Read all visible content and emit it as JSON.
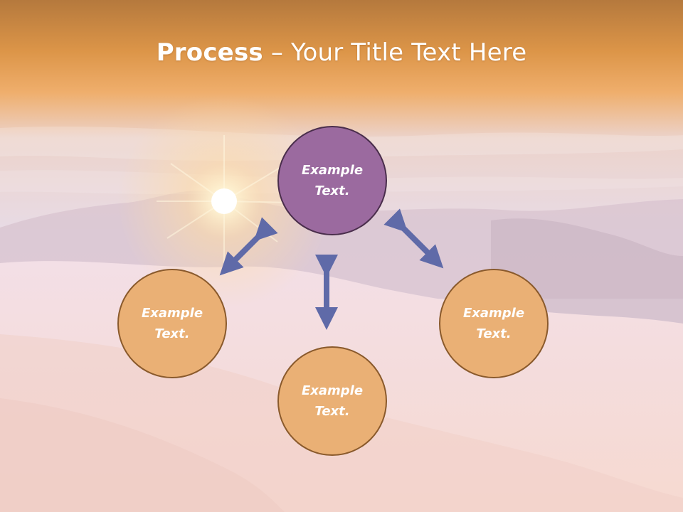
{
  "title": {
    "bold": "Process",
    "rest": " – Your Title Text Here"
  },
  "nodes": {
    "top": {
      "text": "Example\nText."
    },
    "left": {
      "text": "Example\nText."
    },
    "bottom": {
      "text": "Example\nText."
    },
    "right": {
      "text": "Example\nText."
    }
  },
  "colors": {
    "center_fill": "#9b6a9f",
    "outer_fill": "#eab075",
    "arrow": "#5f6aa8",
    "title_band": "#e39745"
  }
}
